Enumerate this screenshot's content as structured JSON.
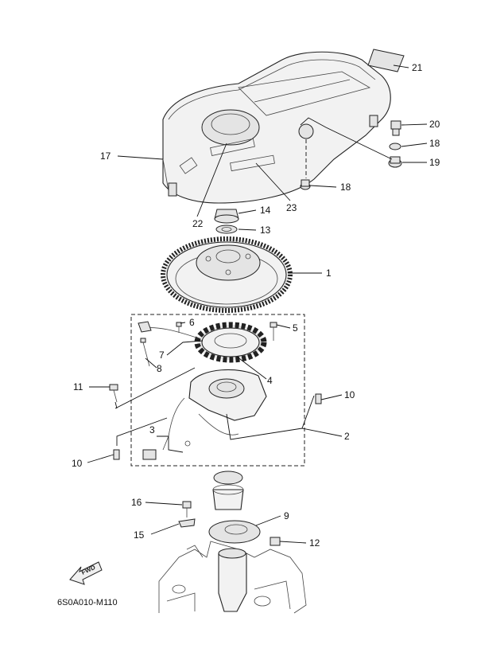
{
  "diagram": {
    "drawing_code": "6S0A010-M110",
    "direction_arrow": "FWD",
    "callouts": {
      "p1": "1",
      "p2": "2",
      "p3": "3",
      "p4": "4",
      "p5": "5",
      "p6": "6",
      "p7": "7",
      "p8": "8",
      "p9": "9",
      "p10a": "10",
      "p10b": "10",
      "p11": "11",
      "p12": "12",
      "p13": "13",
      "p14": "14",
      "p15": "15",
      "p16": "16",
      "p17": "17",
      "p18a": "18",
      "p18b": "18",
      "p19": "19",
      "p20": "20",
      "p21": "21",
      "p22": "22",
      "p23": "23"
    }
  }
}
